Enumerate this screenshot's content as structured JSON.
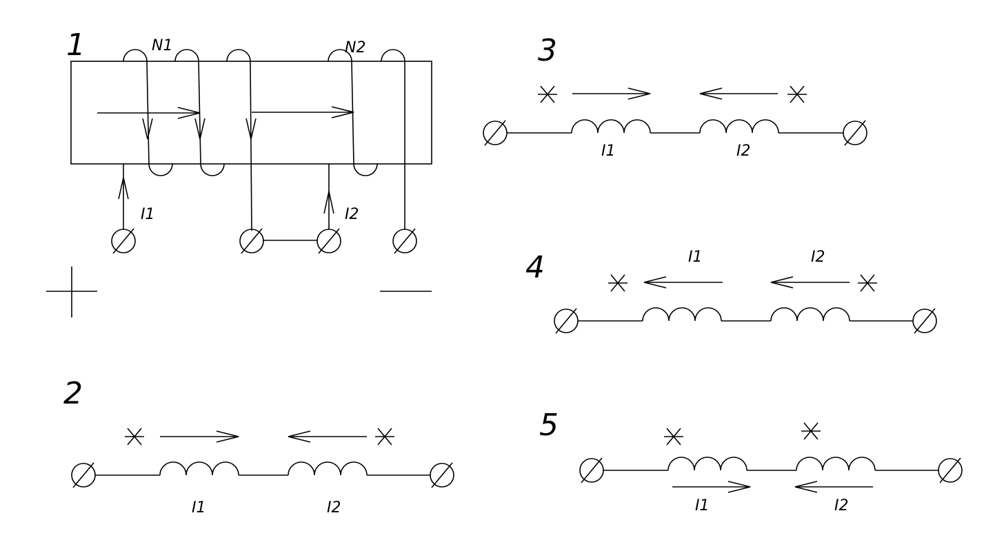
{
  "colors": {
    "ink": "#000000",
    "background": "#ffffff"
  },
  "fig1": {
    "number": "1",
    "coil_labels": [
      "N1",
      "N2"
    ],
    "current_labels": [
      "I1",
      "I2"
    ],
    "polarity": {
      "plus": "+",
      "minus": "-"
    }
  },
  "fig2": {
    "number": "2",
    "coil_labels": [
      "I1",
      "I2"
    ]
  },
  "fig3": {
    "number": "3",
    "coil_labels": [
      "I1",
      "I2"
    ]
  },
  "fig4": {
    "number": "4",
    "current_labels": [
      "I1",
      "I2"
    ]
  },
  "fig5": {
    "number": "5",
    "current_labels": [
      "I1",
      "I2"
    ]
  },
  "icons": {
    "terminal": "terminal-icon",
    "dot_marker": "asterisk-icon",
    "coil": "coil-icon"
  }
}
